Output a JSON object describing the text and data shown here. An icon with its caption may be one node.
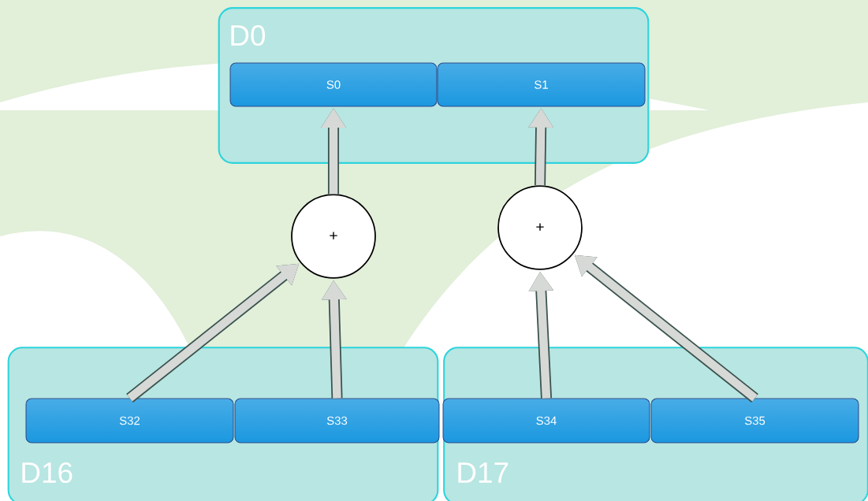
{
  "diagram": {
    "nodes": [
      {
        "text": [
          "D0"
        ]
      },
      {
        "text": [
          "S0"
        ],
        "in": 0
      },
      {
        "text": [
          "S1"
        ],
        "in": 0
      },
      {
        "text": [
          "+"
        ]
      },
      {
        "text": [
          "+"
        ]
      },
      {
        "text": [
          "D16"
        ]
      },
      {
        "text": [
          "S32"
        ],
        "in": 5
      },
      {
        "text": [
          "S33"
        ],
        "in": 5
      },
      {
        "text": [
          "D17"
        ]
      },
      {
        "text": [
          "S34"
        ],
        "in": 8
      },
      {
        "text": [
          "S35"
        ],
        "in": 8
      }
    ],
    "edges": [
      {
        "from": 3,
        "to": 1,
        "arrow": "to"
      },
      {
        "from": 4,
        "to": 2,
        "arrow": "to"
      },
      {
        "from": 6,
        "to": 3,
        "arrow": "to"
      },
      {
        "from": 7,
        "to": 3,
        "arrow": "to"
      },
      {
        "from": 9,
        "to": 4,
        "arrow": "to"
      },
      {
        "from": 10,
        "to": 4,
        "arrow": "to"
      }
    ]
  }
}
